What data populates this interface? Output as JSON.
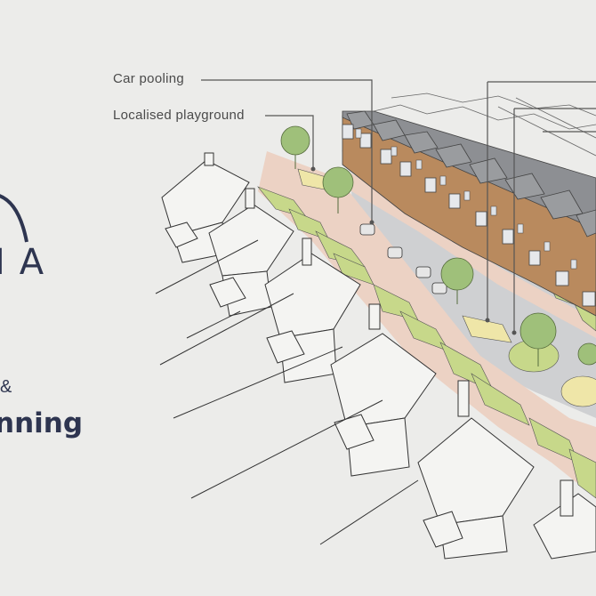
{
  "logo": {
    "letters": "IA",
    "wordmark": "nning",
    "mark": "&"
  },
  "callouts": {
    "car_pooling": "Car pooling",
    "localised_playground": "Localised playground"
  },
  "colors": {
    "background": "#ececea",
    "brick": "#b98a5e",
    "roof": "#8d8f93",
    "grass": "#c7d88a",
    "path": "#ecd2c4",
    "road": "#cfd0d2",
    "tree": "#9fc07a",
    "logo_navy": "#2e3550"
  }
}
